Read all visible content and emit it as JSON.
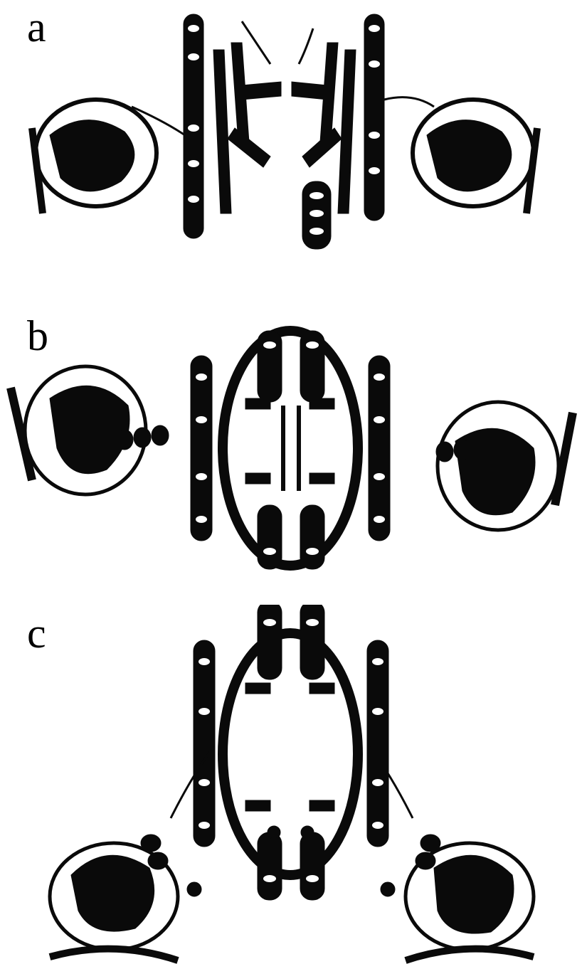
{
  "figure": {
    "panels": [
      {
        "label": "a"
      },
      {
        "label": "b"
      },
      {
        "label": "c"
      }
    ]
  },
  "colors": {
    "ribbon": "#0a0a0a",
    "helix_highlight": "#ffffff",
    "background": "#ffffff"
  }
}
